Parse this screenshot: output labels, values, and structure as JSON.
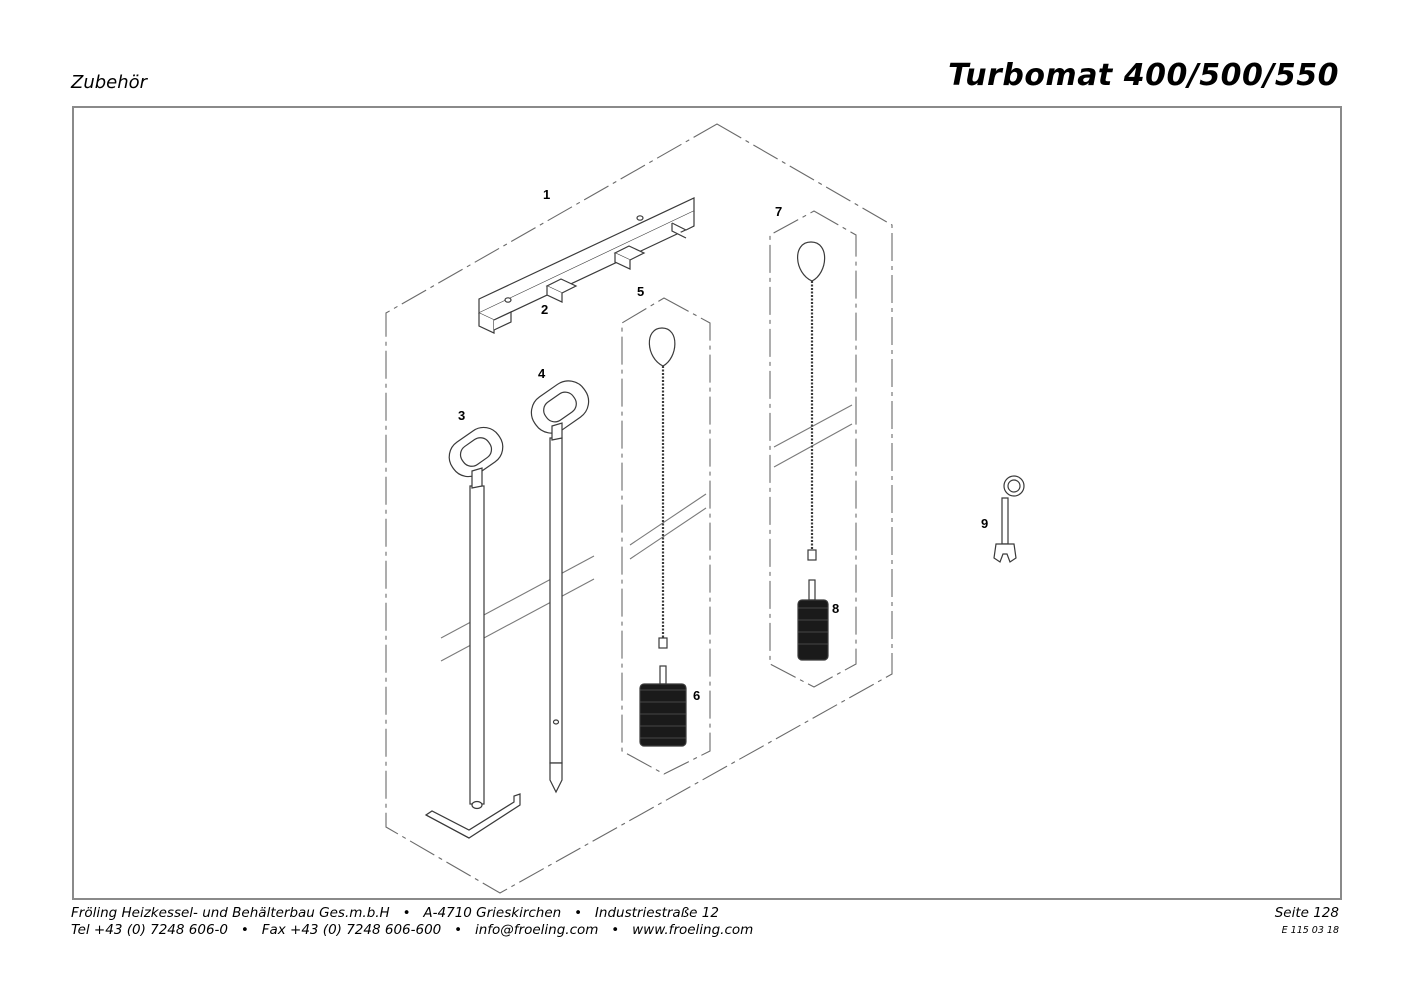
{
  "header": {
    "section": "Zubehör",
    "model": "Turbomat 400/500/550"
  },
  "drawing": {
    "callouts": [
      "1",
      "2",
      "3",
      "4",
      "5",
      "6",
      "7",
      "8",
      "9"
    ],
    "line_color": "#6a6a6a",
    "frame_color": "#8a8a8a"
  },
  "footer": {
    "line1": "Fröling Heizkessel- und Behälterbau Ges.m.b.H   •   A-4710 Grieskirchen   •   Industriestraße 12",
    "line2": "Tel +43 (0) 7248 606-0   •   Fax +43 (0) 7248 606-600   •   info@froeling.com   •   www.froeling.com",
    "page": "Seite 128",
    "doc_code": "E 115 03 18"
  }
}
